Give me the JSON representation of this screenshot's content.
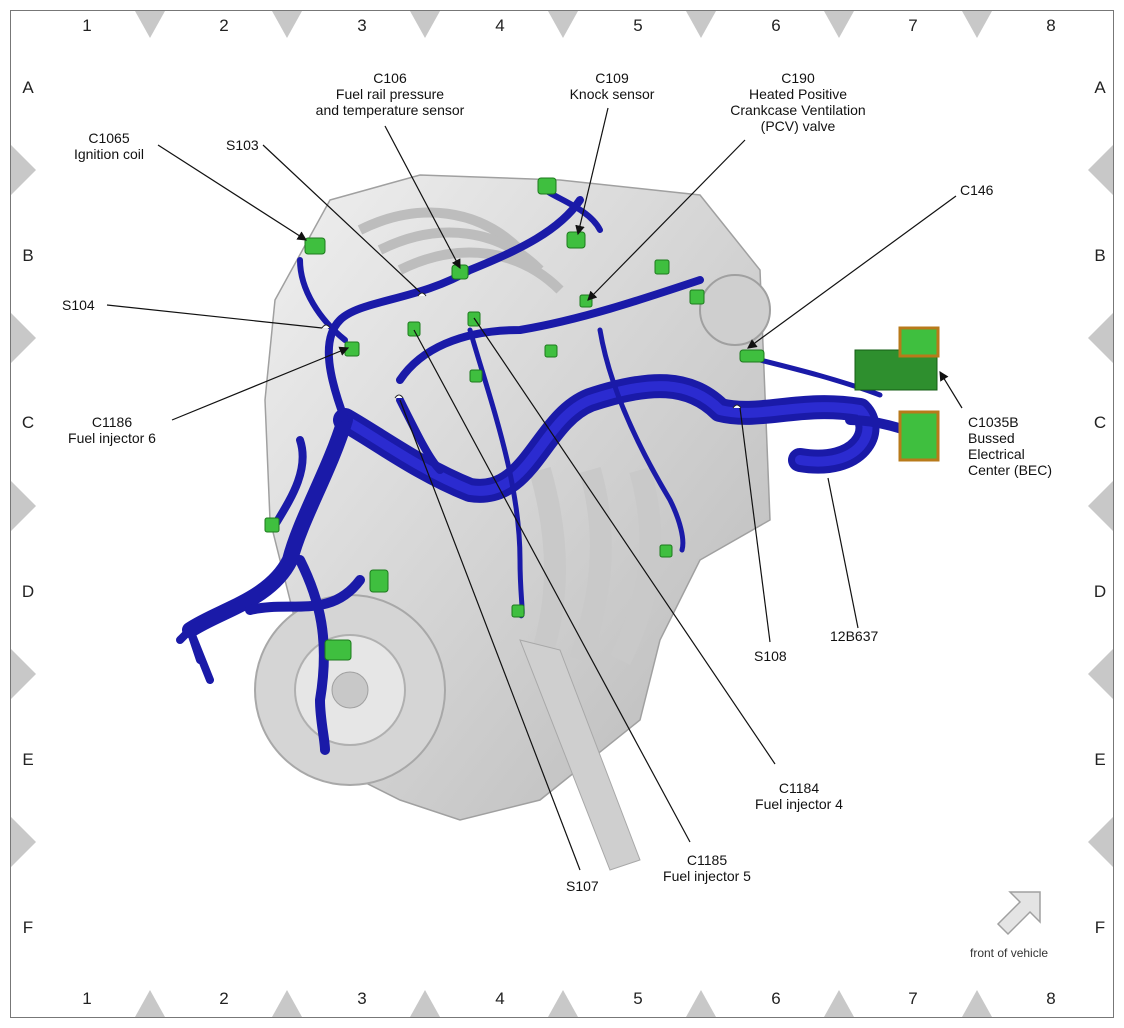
{
  "grid": {
    "columns": [
      "1",
      "2",
      "3",
      "4",
      "5",
      "6",
      "7",
      "8"
    ],
    "rows": [
      "A",
      "B",
      "C",
      "D",
      "E",
      "F"
    ]
  },
  "callouts": [
    {
      "id": "c1065",
      "lines": [
        "C1065",
        "Ignition coil"
      ]
    },
    {
      "id": "s103",
      "lines": [
        "S103"
      ]
    },
    {
      "id": "c106",
      "lines": [
        "C106",
        "Fuel rail pressure",
        "and temperature sensor"
      ]
    },
    {
      "id": "c109",
      "lines": [
        "C109",
        "Knock sensor"
      ]
    },
    {
      "id": "c190",
      "lines": [
        "C190",
        "Heated Positive",
        "Crankcase Ventilation",
        "(PCV) valve"
      ]
    },
    {
      "id": "c146",
      "lines": [
        "C146"
      ]
    },
    {
      "id": "s104",
      "lines": [
        "S104"
      ]
    },
    {
      "id": "c1186",
      "lines": [
        "C1186",
        "Fuel injector 6"
      ]
    },
    {
      "id": "c1035b",
      "lines": [
        "C1035B",
        "Bussed",
        "Electrical",
        "Center (BEC)"
      ]
    },
    {
      "id": "s108",
      "lines": [
        "S108"
      ]
    },
    {
      "id": "12b637",
      "lines": [
        "12B637"
      ]
    },
    {
      "id": "c1184",
      "lines": [
        "C1184",
        "Fuel injector 4"
      ]
    },
    {
      "id": "c1185",
      "lines": [
        "C1185",
        "Fuel injector 5"
      ]
    },
    {
      "id": "s107",
      "lines": [
        "S107"
      ]
    }
  ],
  "orientation": {
    "label": "front of vehicle",
    "icon": "arrow-up-right-icon"
  },
  "colors": {
    "harness": "#1a1aa8",
    "harness_dark": "#0a0a70",
    "connector": "#3fbf3f",
    "engine": "#d9d9d9",
    "border": "#777777",
    "marker": "#c8c8c8"
  }
}
